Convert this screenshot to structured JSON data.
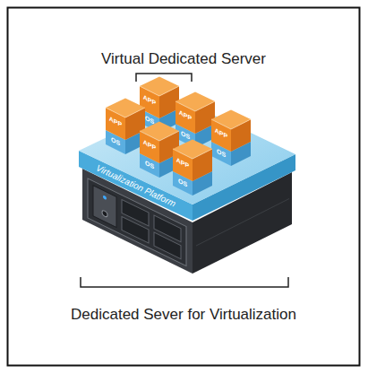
{
  "diagram": {
    "nodes": [
      {
        "text": [
          "Virtualization Platform"
        ]
      },
      {
        "text": [
          "APP",
          "OS"
        ],
        "in": 0
      },
      {
        "text": [
          "APP",
          "OS"
        ],
        "in": 0
      },
      {
        "text": [
          "APP",
          "OS"
        ],
        "in": 0
      },
      {
        "text": [
          "APP",
          "OS"
        ],
        "in": 0
      },
      {
        "text": [
          "APP",
          "OS"
        ],
        "in": 0
      },
      {
        "text": [
          "APP",
          "OS"
        ],
        "in": 0
      }
    ],
    "labels": [
      "Virtual Dedicated Server",
      "Dedicated Sever for Virtualization"
    ]
  }
}
